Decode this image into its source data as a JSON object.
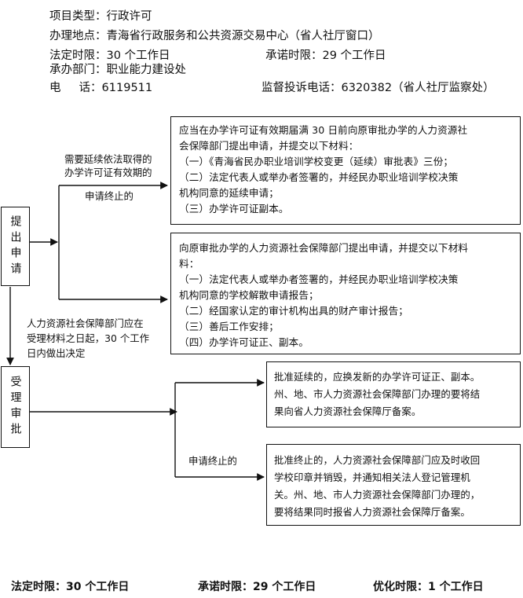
{
  "header": {
    "project_type": "项目类型：行政许可",
    "location": "办理地点：青海省行政服务和公共资源交易中心（省人社厅窗口）",
    "legal_time": "法定时限：30 个工作日",
    "promise_time": "承诺时限：29 个工作日",
    "department": "承办部门：职业能力建设处",
    "phone_label": "电     话：6119511",
    "complaint_phone": "监督投诉电话：6320382（省人社厅监察处）"
  },
  "stages": {
    "apply": "提出申请",
    "review": "受理审批"
  },
  "notes": {
    "extension_lines": [
      "需要延续依法取得的",
      "办学许可证有效期的"
    ],
    "termination_apply": "申请终止的",
    "accept_lines": [
      "人力资源社会保障部门应在",
      "受理材料之日起，30 个工作",
      "日内做出决定"
    ],
    "termination_review": "申请终止的"
  },
  "boxes": {
    "extension_materials": [
      "应当在办学许可证有效期届满 30 日前向原审批办学的人力资源社",
      "会保障部门提出申请，并提交以下材料：",
      "（一）《青海省民办职业培训学校变更（延续）审批表》三份；",
      "（二）法定代表人或举办者签署的，并经民办职业培训学校决策",
      "机构同意的延续申请；",
      "（三）办学许可证副本。"
    ],
    "termination_materials": [
      "向原审批办学的人力资源社会保障部门提出申请，并提交以下材料",
      "料：",
      "（一）法定代表人或举办者签署的，并经民办职业培训学校决策",
      "机构同意的学校解散申请报告；",
      "（二）经国家认定的审计机构出具的财产审计报告；",
      "（三）善后工作安排；",
      "（四）办学许可证正、副本。"
    ],
    "extension_result": [
      "批准延续的，应换发新的办学许可证正、副本。",
      "州、地、市人力资源社会保障部门办理的要将结",
      "果向省人力资源社会保障厅备案。"
    ],
    "termination_result": [
      "批准终止的，人力资源社会保障部门应及时收回",
      "学校印章并销毁，并通知相关法人登记管理机",
      "关。州、地、市人力资源社会保障部门办理的，",
      "要将结果同时报省人力资源社会保障厅备案。"
    ]
  },
  "footer": {
    "legal": "法定时限：30 个工作日",
    "promise": "承诺时限：29 个工作日",
    "optimized": "优化时限：1 个工作日"
  }
}
